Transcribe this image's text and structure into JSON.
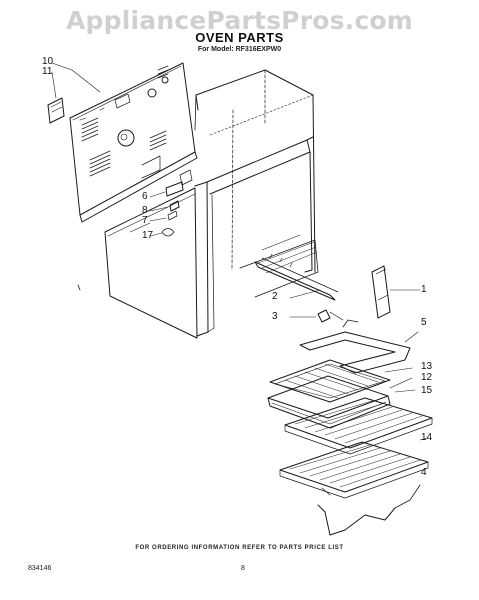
{
  "watermark": "AppliancePartsPros.com",
  "title": "OVEN PARTS",
  "model_line": "For Model: RF316EXPW0",
  "callouts": [
    "10",
    "11",
    "6",
    "8",
    "7",
    "17",
    "1",
    "2",
    "3",
    "5",
    "13",
    "12",
    "15",
    "14",
    "4"
  ],
  "footer": "FOR ORDERING INFORMATION REFER TO PARTS PRICE LIST",
  "doc_number": "834146",
  "page_number": "8"
}
